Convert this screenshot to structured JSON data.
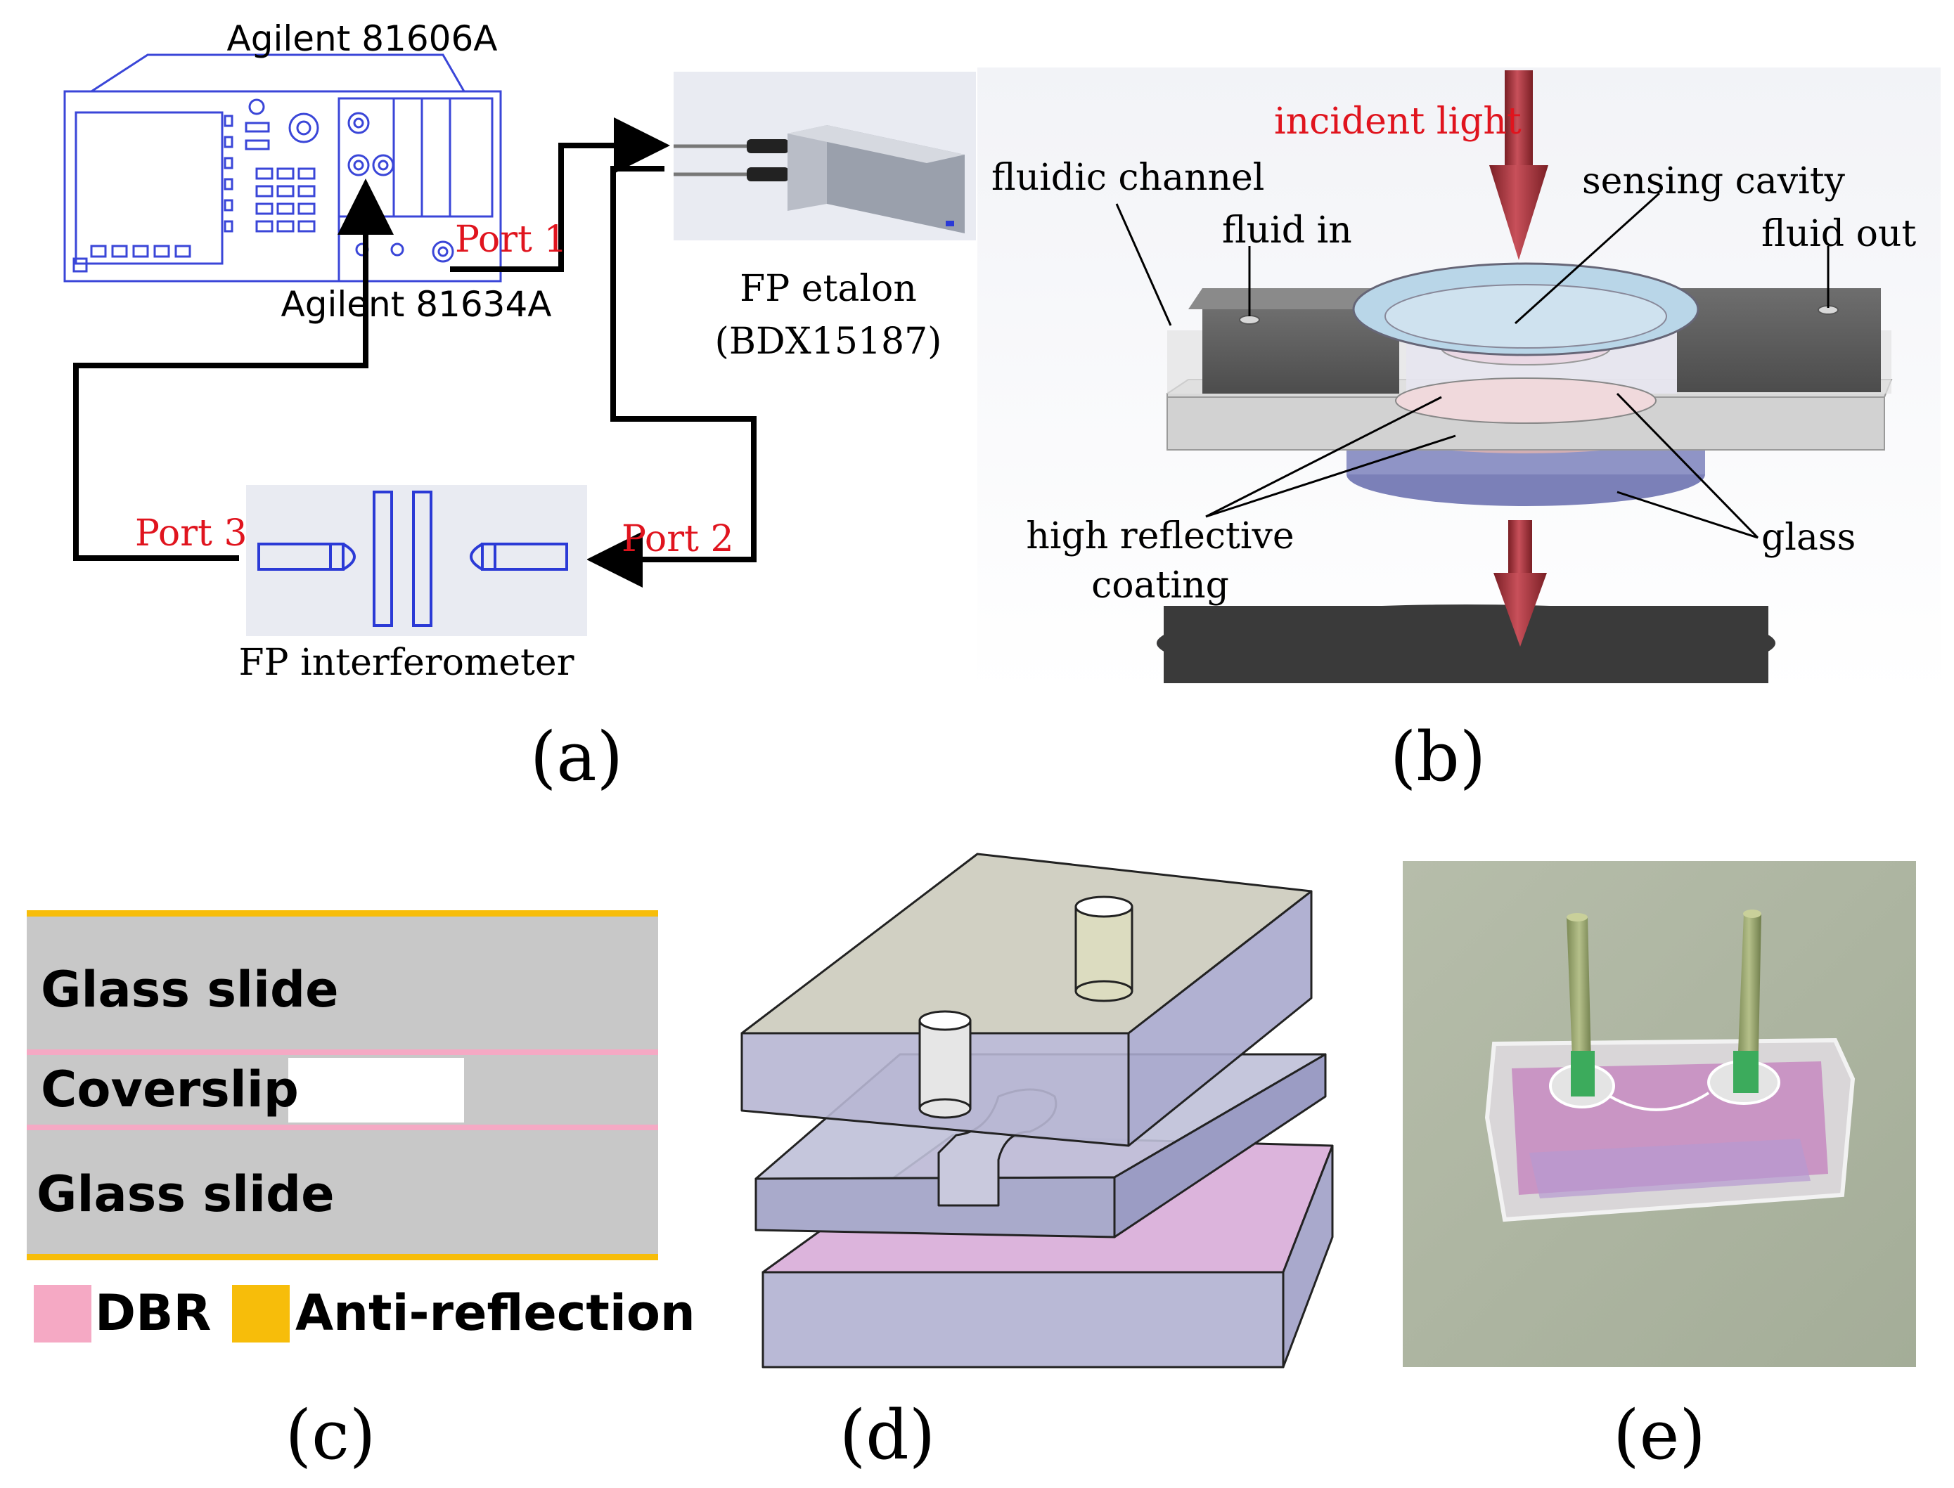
{
  "panel_a": {
    "instrument_top_label": "Agilent 81606A",
    "instrument_bottom_label": "Agilent 81634A",
    "port1": "Port 1",
    "port2": "Port 2",
    "port3": "Port 3",
    "etalon_label_1": "FP etalon",
    "etalon_label_2": "(BDX15187)",
    "interferometer_label": "FP interferometer",
    "caption": "(a)"
  },
  "panel_b": {
    "incident_light": "incident light",
    "fluidic_channel": "fluidic channel",
    "fluid_in": "fluid in",
    "sensing_cavity": "sensing cavity",
    "fluid_out": "fluid out",
    "high_reflective_1": "high reflective",
    "high_reflective_2": "coating",
    "glass": "glass",
    "caption": "(b)"
  },
  "panel_c": {
    "layer_top": "Glass slide",
    "layer_mid": "Coverslip",
    "layer_bottom": "Glass slide",
    "legend_dbr": "DBR",
    "legend_ar": "Anti-reflection",
    "caption": "(c)"
  },
  "panel_d": {
    "caption": "(d)"
  },
  "panel_e": {
    "caption": "(e)"
  },
  "colors": {
    "port_red": "#e0141e",
    "arrow_red": "#b0323a",
    "dbr_pink": "#f5a9c4",
    "ar_yellow": "#f7bd0a",
    "layer_gray": "#c8c8c8",
    "blue_outline": "#2b3ad6"
  }
}
